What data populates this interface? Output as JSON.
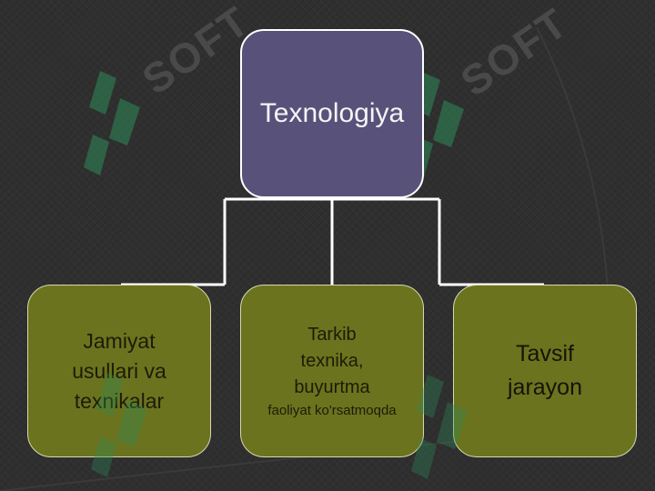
{
  "diagram": {
    "root": {
      "label": "Texnologiya"
    },
    "children": [
      {
        "lines": [
          "Jamiyat",
          "usullari va",
          "texnikalar"
        ]
      },
      {
        "lines": [
          "Tarkib",
          "texnika,",
          "buyurtma",
          "faoliyat ko'rsatmoqda"
        ]
      },
      {
        "lines": [
          "Tavsif",
          "jarayon"
        ]
      }
    ]
  },
  "watermark": {
    "text": "SOFT",
    "color": "#2e8b57"
  },
  "colors": {
    "background": "#2f2f2f",
    "root_fill": "#58527a",
    "child_fill": "#6b731e",
    "connector": "#ffffff"
  }
}
